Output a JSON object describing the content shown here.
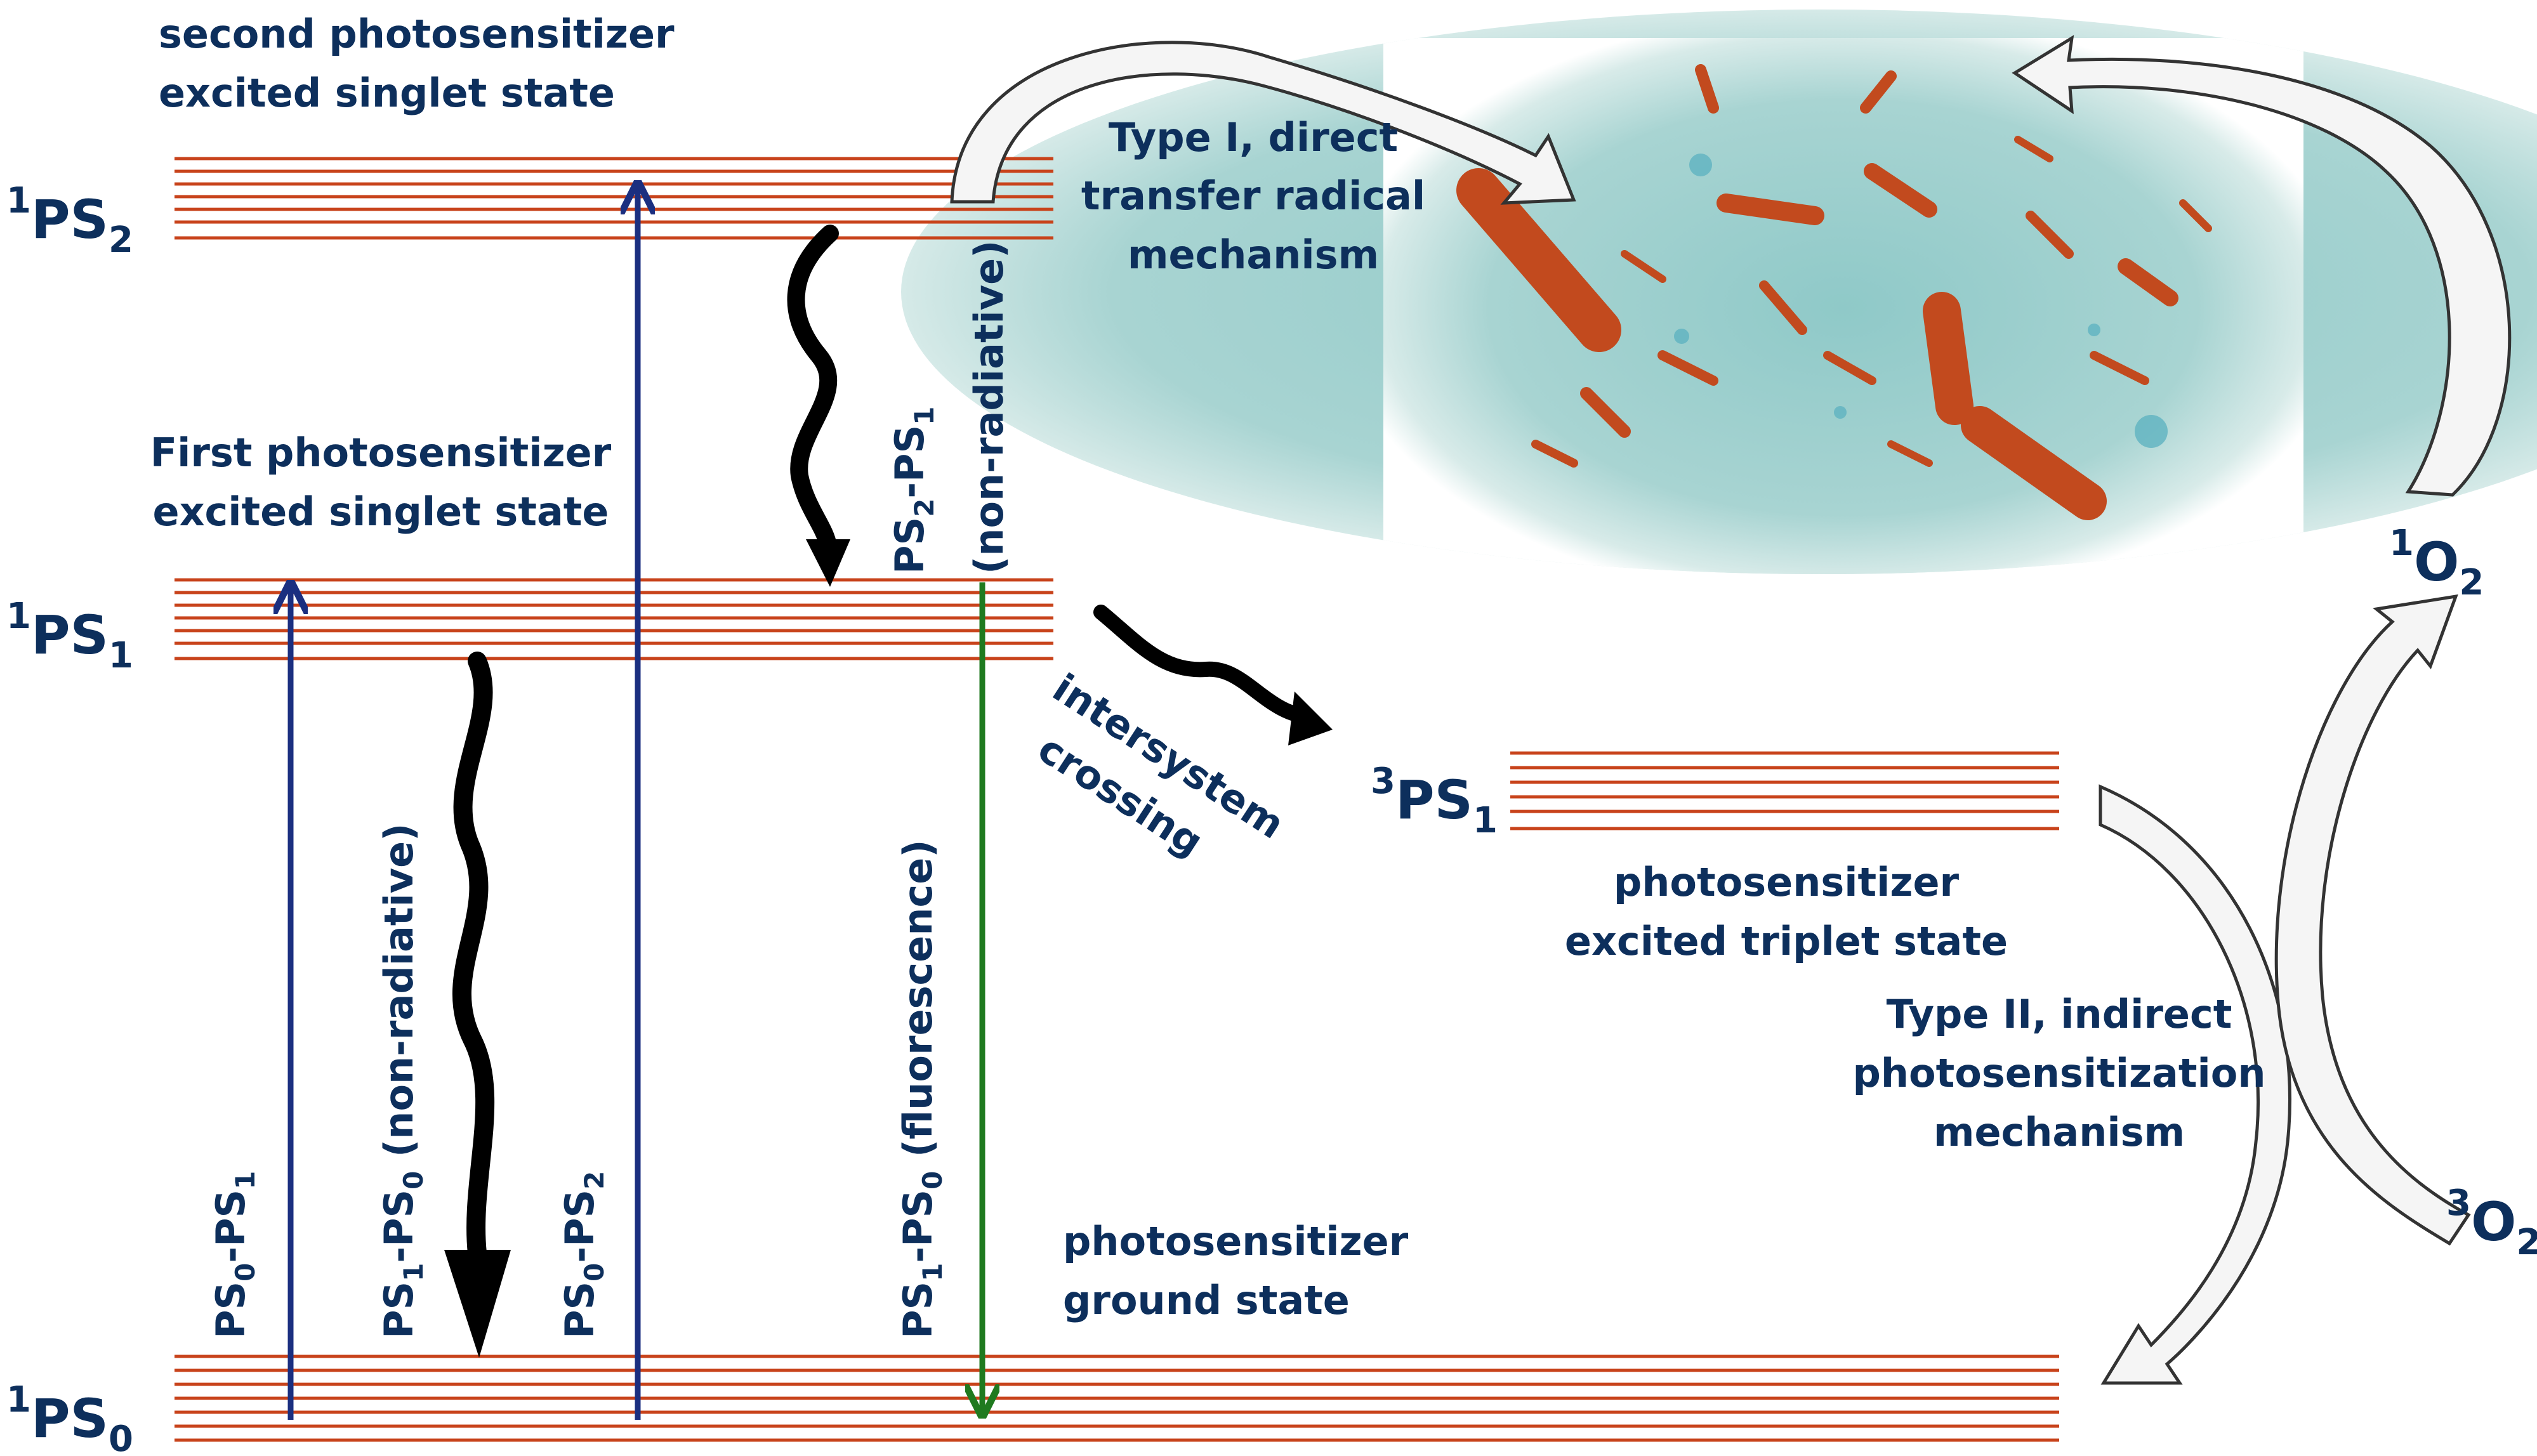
{
  "colors": {
    "level_line": "#c8431b",
    "text": "#0d2f5c",
    "absorption_arrow": "#1b2f80",
    "fluorescence_arrow": "#1f7a1f",
    "wavy_arrow": "#000000"
  },
  "states": {
    "ps2": {
      "sup": "1",
      "main": "PS",
      "sub": "2"
    },
    "ps1": {
      "sup": "1",
      "main": "PS",
      "sub": "1"
    },
    "ps0": {
      "sup": "1",
      "main": "PS",
      "sub": "0"
    },
    "triplet": {
      "sup": "3",
      "main": "PS",
      "sub": "1"
    },
    "singlet_oxygen": {
      "sup": "1",
      "main": "O",
      "sub": "2"
    },
    "triplet_oxygen": {
      "sup": "3",
      "main": "O",
      "sub": "2"
    }
  },
  "notes": {
    "second_singlet": [
      "second photosensitizer",
      "excited singlet state"
    ],
    "first_singlet": [
      "First photosensitizer",
      "excited singlet state"
    ],
    "triplet": [
      "photosensitizer",
      "excited triplet state"
    ],
    "ground": [
      "photosensitizer",
      "ground state"
    ],
    "type1": [
      "Type I, direct",
      "transfer radical",
      "mechanism"
    ],
    "type2": [
      "Type II, indirect",
      "photosensitization",
      "mechanism"
    ],
    "isc": [
      "intersystem",
      "crossing"
    ]
  },
  "transitions": {
    "ps0_ps1": {
      "a": "PS",
      "a_sub": "0",
      "dash": "-PS",
      "b_sub": "1",
      "suffix": ""
    },
    "ps1_ps0_nr": {
      "a": "PS",
      "a_sub": "1",
      "dash": "-PS",
      "b_sub": "0",
      "suffix": " (non-radiative)"
    },
    "ps0_ps2": {
      "a": "PS",
      "a_sub": "0",
      "dash": "-PS",
      "b_sub": "2",
      "suffix": ""
    },
    "ps1_ps0_fl": {
      "a": "PS",
      "a_sub": "1",
      "dash": "-PS",
      "b_sub": "0",
      "suffix": " (fluorescence)"
    },
    "ps2_ps1": {
      "a": "PS",
      "a_sub": "2",
      "dash": "-PS",
      "b_sub": "1",
      "suffix": ""
    },
    "ps2_ps1_note": "(non-radiative)"
  }
}
